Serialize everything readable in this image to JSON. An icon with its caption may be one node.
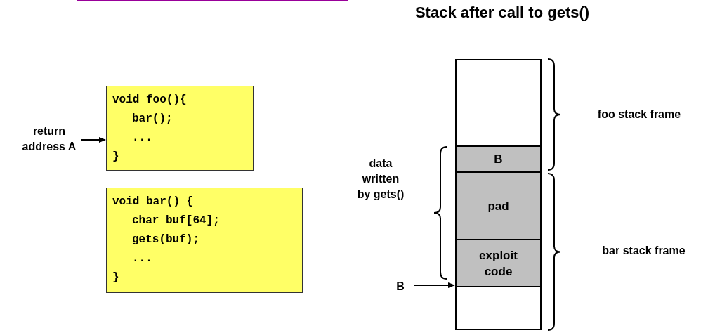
{
  "diagram": {
    "title": "Stack after call to gets()",
    "nodes": [
      {
        "text": [
          "return address A"
        ]
      },
      {
        "text": [
          "void foo(){",
          "bar();",
          "...",
          "}"
        ]
      },
      {
        "text": [
          "void bar() {",
          "char buf[64];",
          "gets(buf);",
          "...",
          "}"
        ]
      },
      {
        "text": [],
        "shape": "box"
      },
      {
        "text": [
          "B"
        ]
      },
      {
        "text": [
          "pad"
        ]
      },
      {
        "text": [
          "exploit code"
        ]
      },
      {
        "text": [],
        "shape": "box"
      },
      {
        "text": [
          "B"
        ]
      }
    ],
    "edges": [
      {
        "from": 0,
        "to": 1,
        "arrow": "to"
      },
      {
        "from": 8,
        "to": 6,
        "arrow": "to"
      }
    ],
    "labels": [
      "foo stack frame",
      "data written by gets()",
      "bar stack frame"
    ]
  }
}
